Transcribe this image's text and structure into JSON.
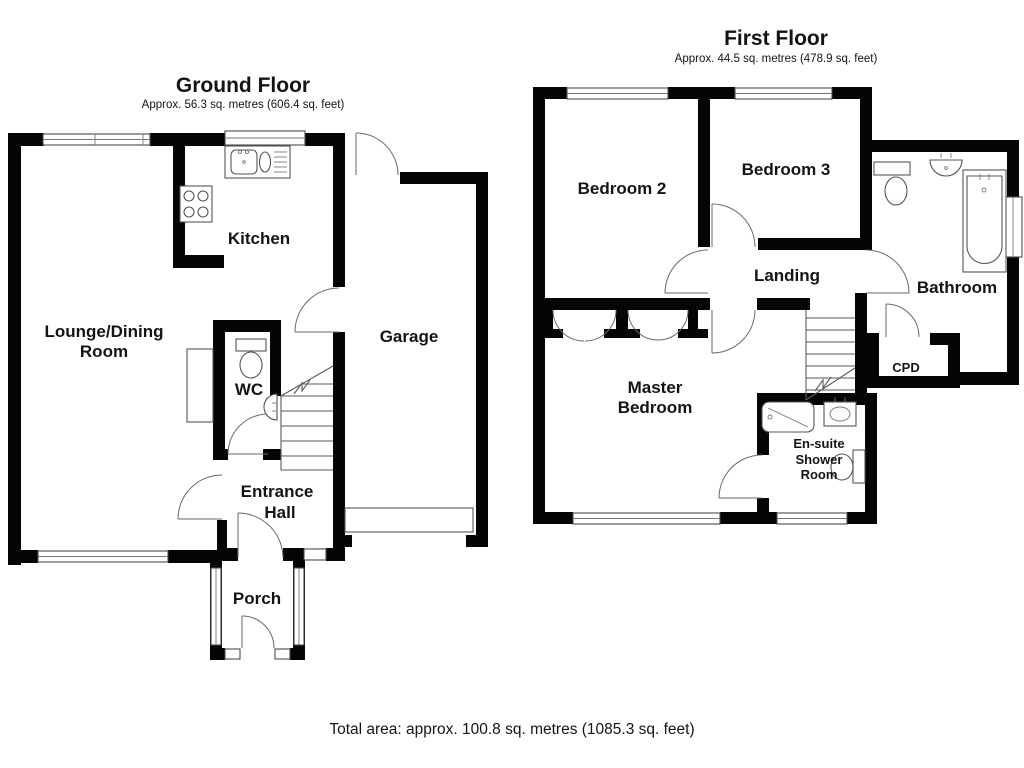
{
  "colors": {
    "walls": "#050505",
    "background": "#ffffff",
    "lines": "#5a5a5a"
  },
  "ground_floor": {
    "title": "Ground Floor",
    "area": "Approx. 56.3 sq. metres (606.4 sq. feet)",
    "rooms": {
      "lounge_line1": "Lounge/Dining",
      "lounge_line2": "Room",
      "kitchen": "Kitchen",
      "wc": "WC",
      "entrance_line1": "Entrance",
      "entrance_line2": "Hall",
      "porch": "Porch",
      "garage": "Garage"
    }
  },
  "first_floor": {
    "title": "First Floor",
    "area": "Approx. 44.5 sq. metres (478.9 sq. feet)",
    "rooms": {
      "bedroom2": "Bedroom 2",
      "bedroom3": "Bedroom 3",
      "landing": "Landing",
      "bathroom": "Bathroom",
      "cpd": "CPD",
      "master_line1": "Master",
      "master_line2": "Bedroom",
      "ensuite_line1": "En-suite",
      "ensuite_line2": "Shower",
      "ensuite_line3": "Room"
    }
  },
  "footer": {
    "total_area": "Total area: approx. 100.8 sq. metres (1085.3 sq. feet)"
  }
}
